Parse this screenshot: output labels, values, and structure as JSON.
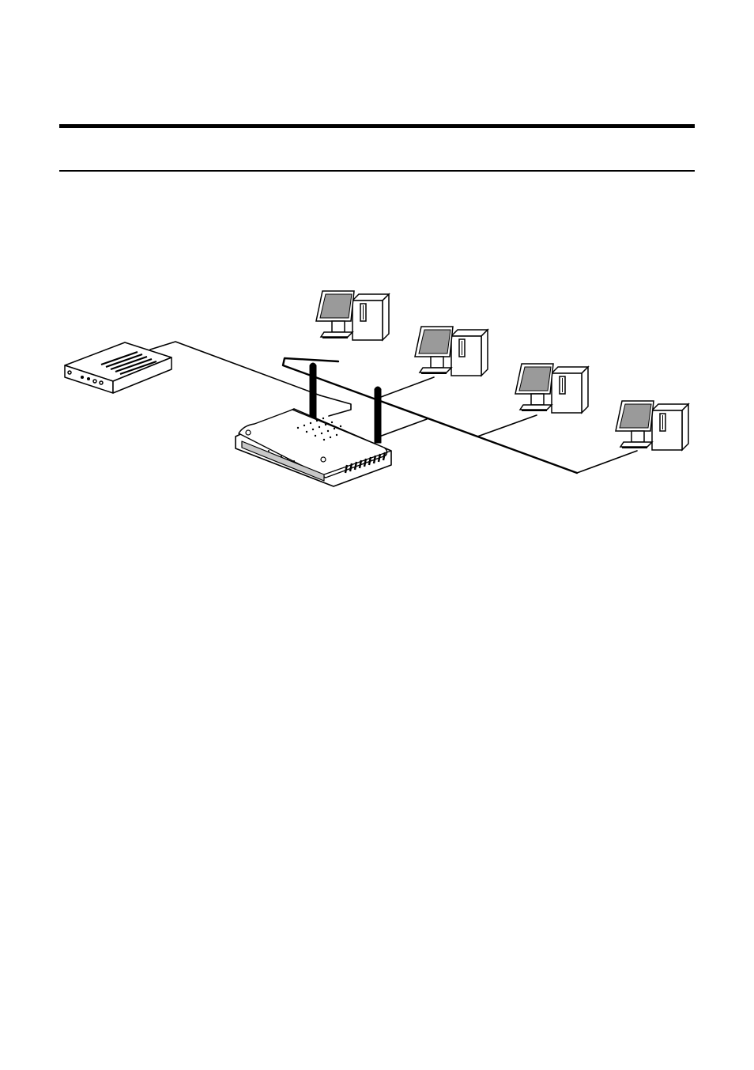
{
  "diagram": {
    "nodes": [
      {
        "id": "modem",
        "kind": "modem-icon"
      },
      {
        "id": "router",
        "kind": "wireless-router-icon"
      },
      {
        "id": "pc1",
        "kind": "desktop-computer-icon"
      },
      {
        "id": "pc2",
        "kind": "desktop-computer-icon"
      },
      {
        "id": "pc3",
        "kind": "desktop-computer-icon"
      },
      {
        "id": "pc4",
        "kind": "desktop-computer-icon"
      }
    ],
    "edges": [
      {
        "from": "modem",
        "to": "router",
        "kind": "cable"
      },
      {
        "from": "router",
        "to": "pc1",
        "kind": "cable"
      },
      {
        "from": "router",
        "to": "pc2",
        "kind": "cable"
      },
      {
        "from": "router",
        "to": "pc3",
        "kind": "cable"
      },
      {
        "from": "router",
        "to": "pc4",
        "kind": "cable"
      }
    ],
    "colors": {
      "line": "#000000",
      "screen": "#9a9a9a",
      "device": "#ffffff",
      "router_front": "#c8c8c8"
    }
  }
}
